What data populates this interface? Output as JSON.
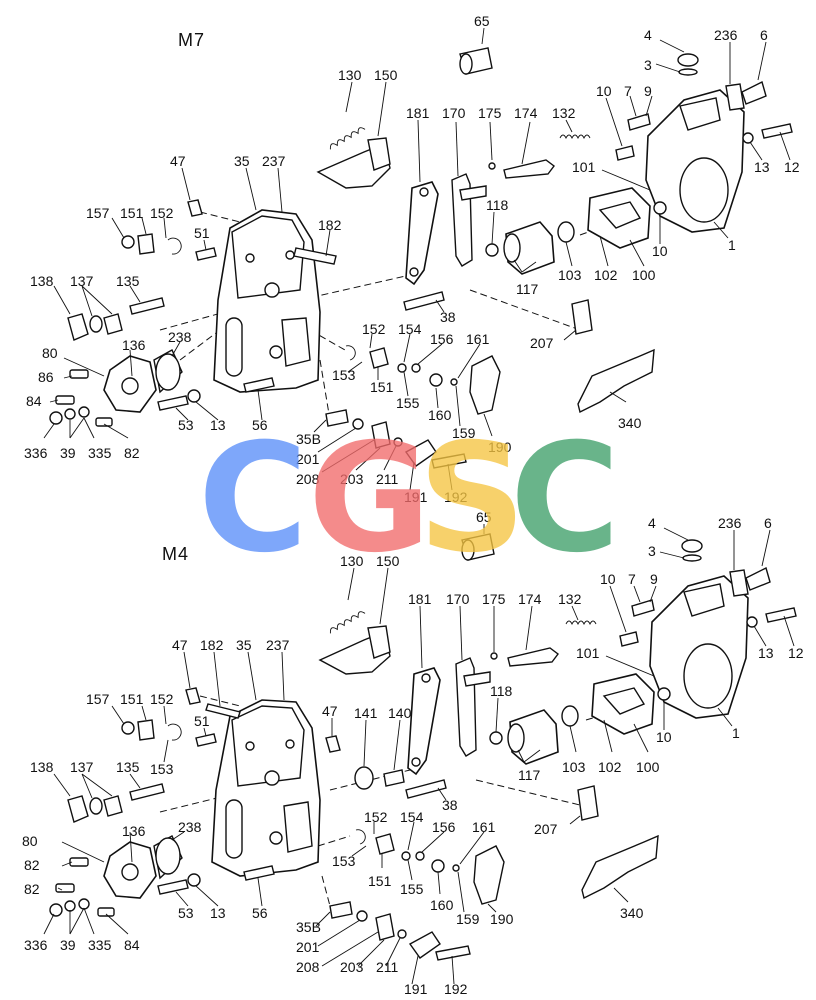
{
  "views": [
    {
      "id": "top",
      "title": "M7",
      "labels": [
        "65",
        "4",
        "236",
        "6",
        "3",
        "130",
        "150",
        "10",
        "7",
        "9",
        "181",
        "170",
        "175",
        "174",
        "132",
        "47",
        "35",
        "237",
        "101",
        "13",
        "12",
        "157",
        "151",
        "152",
        "182",
        "118",
        "51",
        "10",
        "1",
        "138",
        "137",
        "135",
        "117",
        "103",
        "102",
        "100",
        "38",
        "152",
        "154",
        "156",
        "161",
        "80",
        "136",
        "238",
        "207",
        "86",
        "153",
        "151",
        "155",
        "160",
        "84",
        "53",
        "13",
        "56",
        "340",
        "159",
        "190",
        "35B",
        "201",
        "336",
        "39",
        "335",
        "82",
        "208",
        "203",
        "211",
        "191",
        "192"
      ]
    },
    {
      "id": "bottom",
      "title": "M4",
      "labels": [
        "65",
        "4",
        "236",
        "6",
        "3",
        "130",
        "150",
        "10",
        "7",
        "9",
        "181",
        "170",
        "175",
        "174",
        "132",
        "47",
        "182",
        "35",
        "237",
        "101",
        "13",
        "12",
        "157",
        "151",
        "152",
        "47",
        "141",
        "140",
        "51",
        "118",
        "10",
        "1",
        "138",
        "137",
        "135",
        "153",
        "117",
        "103",
        "102",
        "100",
        "38",
        "136",
        "238",
        "152",
        "154",
        "156",
        "161",
        "207",
        "80",
        "82",
        "153",
        "151",
        "155",
        "160",
        "82",
        "53",
        "13",
        "56",
        "159",
        "190",
        "340",
        "336",
        "39",
        "335",
        "84",
        "35B",
        "201",
        "208",
        "203",
        "211",
        "191",
        "192"
      ]
    }
  ],
  "watermark": {
    "letters": [
      "C",
      "G",
      "S",
      "C"
    ],
    "colors": [
      "#5b8ff9",
      "#f26b6b",
      "#f5c542",
      "#3fa06a"
    ]
  }
}
